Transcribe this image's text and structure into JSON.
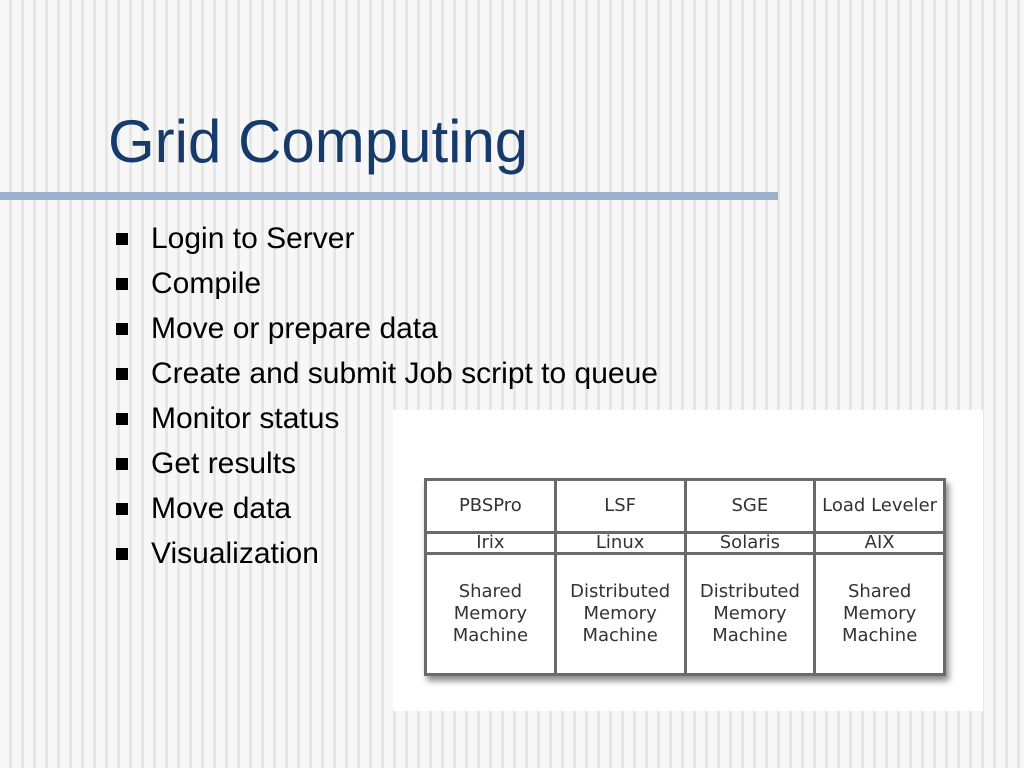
{
  "slide": {
    "title": "Grid Computing",
    "bullets": [
      "Login to Server",
      "Compile",
      "Move or prepare data",
      "Create and submit Job script to queue",
      "Monitor status",
      "Get results",
      "Move data",
      "Visualization"
    ]
  },
  "table": {
    "schedulers": [
      "PBSPro",
      "LSF",
      "SGE",
      "Load Leveler"
    ],
    "operating_systems": [
      "Irix",
      "Linux",
      "Solaris",
      "AIX"
    ],
    "architectures": [
      [
        "Shared",
        "Memory",
        "Machine"
      ],
      [
        "Distributed",
        "Memory",
        "Machine"
      ],
      [
        "Distributed",
        "Memory",
        "Machine"
      ],
      [
        "Shared",
        "Memory",
        "Machine"
      ]
    ]
  },
  "colors": {
    "title": "#163b6b",
    "rule": "#9ab0cc",
    "background_stripe": "#e6e6e6"
  }
}
